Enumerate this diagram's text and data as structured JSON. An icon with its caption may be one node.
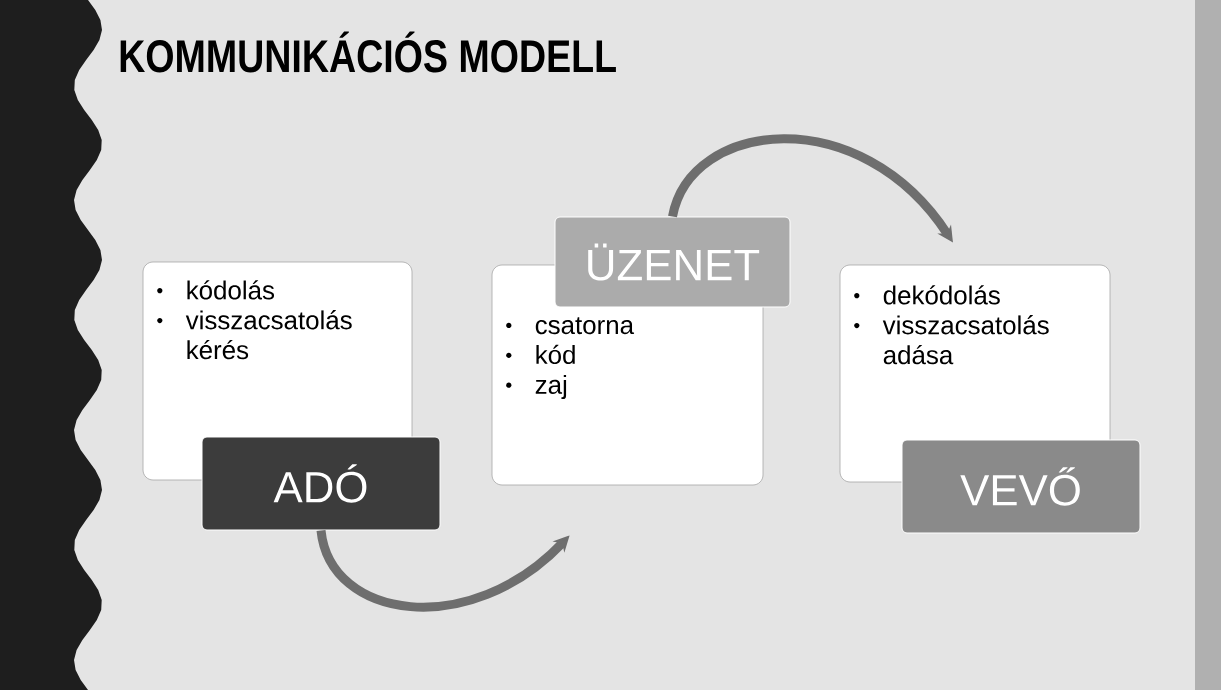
{
  "diagram": {
    "title": "KOMMUNIKÁCIÓS MODELL",
    "nodes": [
      {
        "text": [
          "kódolás",
          "visszacsatolás kérés"
        ]
      },
      {
        "text": [
          "ADÓ"
        ]
      },
      {
        "text": [
          "csatorna",
          "kód",
          "zaj"
        ]
      },
      {
        "text": [
          "ÜZENET"
        ]
      },
      {
        "text": [
          "dekódolás",
          "visszacsatolás adása"
        ]
      },
      {
        "text": [
          "VEVŐ"
        ]
      }
    ],
    "edges": [
      {
        "from": 1,
        "to": 2,
        "arrow": "to"
      },
      {
        "from": 3,
        "to": 4,
        "arrow": "to"
      }
    ]
  }
}
